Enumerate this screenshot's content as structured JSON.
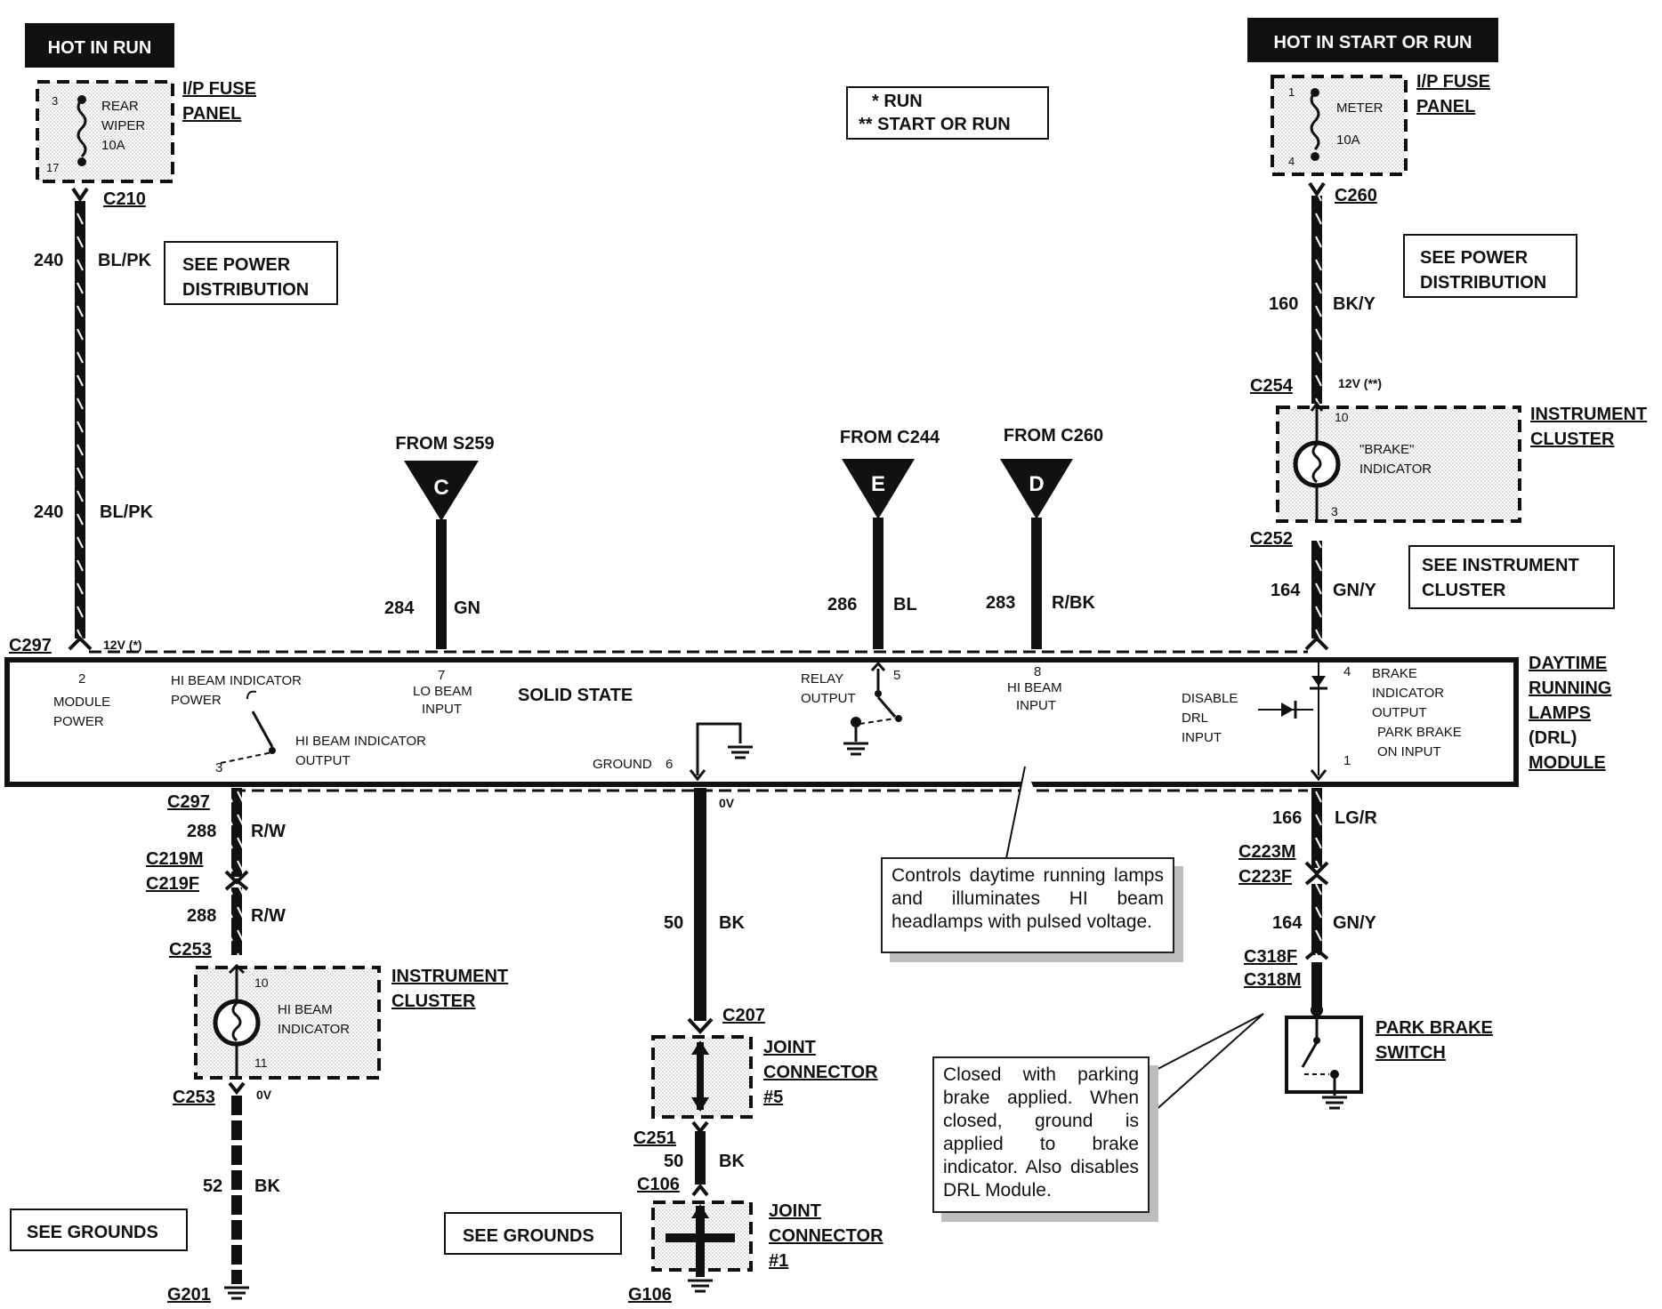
{
  "power": {
    "left": {
      "header": "HOT IN RUN",
      "panel": [
        "I/P FUSE",
        "PANEL"
      ],
      "fuse": [
        "REAR",
        "WIPER",
        "10A"
      ],
      "pin_top": "3",
      "pin_bottom": "17",
      "connector": "C210"
    },
    "right": {
      "header": "HOT IN START OR RUN",
      "panel": [
        "I/P FUSE",
        "PANEL"
      ],
      "fuse": [
        "METER",
        "10A"
      ],
      "pin_top": "1",
      "pin_bottom": "4",
      "connector": "C260"
    }
  },
  "legend": [
    "* RUN",
    "** START OR RUN"
  ],
  "see_boxes": {
    "power_left": [
      "SEE POWER",
      "DISTRIBUTION"
    ],
    "power_right": [
      "SEE POWER",
      "DISTRIBUTION"
    ],
    "instrument": [
      "SEE INSTRUMENT",
      "CLUSTER"
    ],
    "grounds_left": "SEE GROUNDS",
    "grounds_mid": "SEE GROUNDS"
  },
  "wires": {
    "w240a": {
      "circuit": "240",
      "color": "BL/PK"
    },
    "w240b": {
      "circuit": "240",
      "color": "BL/PK"
    },
    "w160": {
      "circuit": "160",
      "color": "BK/Y"
    },
    "w164a": {
      "circuit": "164",
      "color": "GN/Y"
    },
    "w284": {
      "circuit": "284",
      "color": "GN"
    },
    "w286": {
      "circuit": "286",
      "color": "BL"
    },
    "w283": {
      "circuit": "283",
      "color": "R/BK"
    },
    "w288a": {
      "circuit": "288",
      "color": "R/W"
    },
    "w288b": {
      "circuit": "288",
      "color": "R/W"
    },
    "w52": {
      "circuit": "52",
      "color": "BK"
    },
    "w50a": {
      "circuit": "50",
      "color": "BK"
    },
    "w50b": {
      "circuit": "50",
      "color": "BK"
    },
    "w166": {
      "circuit": "166",
      "color": "LG/R"
    },
    "w164b": {
      "circuit": "164",
      "color": "GN/Y"
    }
  },
  "sources": {
    "c": {
      "from": "FROM S259",
      "letter": "C"
    },
    "e": {
      "from": "FROM C244",
      "letter": "E"
    },
    "d": {
      "from": "FROM C260",
      "letter": "D"
    }
  },
  "connectors": {
    "c254": "C254",
    "c254_v": "12V (**)",
    "c252": "C252",
    "c297_top": "C297",
    "c297_top_v": "12V (*)",
    "c297_bot": "C297",
    "c219m": "C219M",
    "c219f": "C219F",
    "c253_top": "C253",
    "c253_bot": "C253",
    "c253_v": "0V",
    "c207": "C207",
    "ov_ground": "0V",
    "c251": "C251",
    "c106": "C106",
    "c223m": "C223M",
    "c223f": "C223F",
    "c318f": "C318F",
    "c318m": "C318M",
    "g201": "G201",
    "g106": "G106"
  },
  "brake_cluster": {
    "title": [
      "INSTRUMENT",
      "CLUSTER"
    ],
    "indicator": [
      "\"BRAKE\"",
      "INDICATOR"
    ],
    "pin_top": "10",
    "pin_bottom": "3"
  },
  "hibeam_cluster": {
    "title": [
      "INSTRUMENT",
      "CLUSTER"
    ],
    "indicator": [
      "HI BEAM",
      "INDICATOR"
    ],
    "pin_top": "10",
    "pin_bottom": "11"
  },
  "module": {
    "title": [
      "DAYTIME",
      "RUNNING",
      "LAMPS",
      "(DRL)",
      "MODULE"
    ],
    "solid_state": "SOLID STATE",
    "pin2": {
      "num": "2",
      "label": [
        "MODULE",
        "POWER"
      ]
    },
    "hibeam_power": [
      "HI BEAM INDICATOR",
      "POWER"
    ],
    "hibeam_output": [
      "HI BEAM INDICATOR",
      "OUTPUT"
    ],
    "pin3": "3",
    "pin7": {
      "num": "7",
      "label": [
        "LO BEAM",
        "INPUT"
      ]
    },
    "ground": {
      "label": "GROUND",
      "num": "6"
    },
    "relay": {
      "label": [
        "RELAY",
        "OUTPUT"
      ],
      "num": "5"
    },
    "pin8": {
      "num": "8",
      "label": [
        "HI  BEAM",
        "INPUT"
      ]
    },
    "disable": [
      "DISABLE",
      "DRL",
      "INPUT"
    ],
    "pin4": {
      "num": "4",
      "label": [
        "BRAKE",
        "INDICATOR",
        "OUTPUT"
      ]
    },
    "park_input": [
      "PARK BRAKE",
      "ON INPUT"
    ],
    "pin1": "1"
  },
  "joints": {
    "j5": [
      "JOINT",
      "CONNECTOR",
      "#5"
    ],
    "j1": [
      "JOINT",
      "CONNECTOR",
      "#1"
    ]
  },
  "park_switch": [
    "PARK BRAKE",
    "SWITCH"
  ],
  "notes": {
    "drl": "Controls daytime running lamps and illuminates HI beam headlamps with pulsed voltage.",
    "park": "Closed with parking brake applied. When closed, ground is applied to brake indicator. Also disables DRL Module."
  }
}
